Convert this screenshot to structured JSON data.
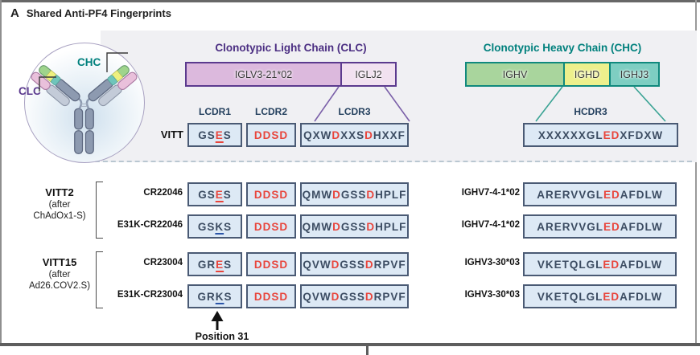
{
  "panel": {
    "label": "A",
    "title": "Shared Anti-PF4 Fingerprints"
  },
  "antibody_diagram": {
    "chc_label": "CHC",
    "clc_label": "CLC"
  },
  "light_chain": {
    "header": "Clonotypic Light Chain (CLC)",
    "gene_segments": [
      {
        "name": "IGLV3-21*02"
      },
      {
        "name": "IGLJ2"
      }
    ],
    "cdr_labels": [
      "LCDR1",
      "LCDR2",
      "LCDR3"
    ]
  },
  "heavy_chain": {
    "header": "Clonotypic Heavy Chain (CHC)",
    "gene_segments": [
      {
        "name": "IGHV"
      },
      {
        "name": "IGHD"
      },
      {
        "name": "IGHJ3"
      }
    ],
    "cdr_label": "HCDR3"
  },
  "consensus": {
    "label": "VITT",
    "lcdr1": [
      {
        "t": "GS"
      },
      {
        "t": "E",
        "c": "red",
        "u": "red"
      },
      {
        "t": "S"
      }
    ],
    "lcdr2": [
      {
        "t": "DDSD",
        "c": "red"
      }
    ],
    "lcdr3": [
      {
        "t": "QXW"
      },
      {
        "t": "D",
        "c": "red"
      },
      {
        "t": "XXS"
      },
      {
        "t": "D",
        "c": "red"
      },
      {
        "t": "HXXF"
      }
    ],
    "hcdr3": [
      {
        "t": "XXXXXXGL"
      },
      {
        "t": "ED",
        "c": "red"
      },
      {
        "t": "XFDXW"
      }
    ]
  },
  "groups": [
    {
      "name": "VITT2",
      "subtitle_line1": "(after",
      "subtitle_line2": "ChAdOx1-S)",
      "rows": [
        {
          "antibody_id": "CR22046",
          "ighv_allele": "IGHV7-4-1*02",
          "lcdr1": [
            {
              "t": "GS"
            },
            {
              "t": "E",
              "c": "red",
              "u": "red"
            },
            {
              "t": "S"
            }
          ],
          "lcdr2": [
            {
              "t": "DDSD",
              "c": "red"
            }
          ],
          "lcdr3": [
            {
              "t": "QMW"
            },
            {
              "t": "D",
              "c": "red"
            },
            {
              "t": "GSS"
            },
            {
              "t": "D",
              "c": "red"
            },
            {
              "t": "HPLF"
            }
          ],
          "hcdr3": [
            {
              "t": "ARERVVGL"
            },
            {
              "t": "ED",
              "c": "red"
            },
            {
              "t": "AFDLW"
            }
          ]
        },
        {
          "antibody_id": "E31K-CR22046",
          "ighv_allele": "IGHV7-4-1*02",
          "lcdr1": [
            {
              "t": "GS"
            },
            {
              "t": "K",
              "u": "blue"
            },
            {
              "t": "S"
            }
          ],
          "lcdr2": [
            {
              "t": "DDSD",
              "c": "red"
            }
          ],
          "lcdr3": [
            {
              "t": "QMW"
            },
            {
              "t": "D",
              "c": "red"
            },
            {
              "t": "GSS"
            },
            {
              "t": "D",
              "c": "red"
            },
            {
              "t": "HPLF"
            }
          ],
          "hcdr3": [
            {
              "t": "ARERVVGL"
            },
            {
              "t": "ED",
              "c": "red"
            },
            {
              "t": "AFDLW"
            }
          ]
        }
      ]
    },
    {
      "name": "VITT15",
      "subtitle_line1": "(after",
      "subtitle_line2": "Ad26.COV2.S)",
      "rows": [
        {
          "antibody_id": "CR23004",
          "ighv_allele": "IGHV3-30*03",
          "lcdr1": [
            {
              "t": "GR"
            },
            {
              "t": "E",
              "c": "red",
              "u": "red"
            },
            {
              "t": "S"
            }
          ],
          "lcdr2": [
            {
              "t": "DDSD",
              "c": "red"
            }
          ],
          "lcdr3": [
            {
              "t": "QVW"
            },
            {
              "t": "D",
              "c": "red"
            },
            {
              "t": "GSS"
            },
            {
              "t": "D",
              "c": "red"
            },
            {
              "t": "RPVF"
            }
          ],
          "hcdr3": [
            {
              "t": "VKETQLGL"
            },
            {
              "t": "ED",
              "c": "red"
            },
            {
              "t": "AFDLW"
            }
          ]
        },
        {
          "antibody_id": "E31K-CR23004",
          "ighv_allele": "IGHV3-30*03",
          "lcdr1": [
            {
              "t": "GR"
            },
            {
              "t": "K",
              "u": "blue"
            },
            {
              "t": "S"
            }
          ],
          "lcdr2": [
            {
              "t": "DDSD",
              "c": "red"
            }
          ],
          "lcdr3": [
            {
              "t": "QVW"
            },
            {
              "t": "D",
              "c": "red"
            },
            {
              "t": "GSS"
            },
            {
              "t": "D",
              "c": "red"
            },
            {
              "t": "RPVF"
            }
          ],
          "hcdr3": [
            {
              "t": "VKETQLGL"
            },
            {
              "t": "ED",
              "c": "red"
            },
            {
              "t": "AFDLW"
            }
          ]
        }
      ]
    }
  ],
  "annotation": {
    "arrow_label": "Position 31"
  },
  "colors": {
    "red_residue": "#e8453c",
    "navy_residue": "#3c4c62",
    "blue_underline": "#2b55a8",
    "purple_accent": "#4b2e82",
    "teal_accent": "#00807d",
    "seq_box_fill": "#dde9f5",
    "seq_box_border": "#4a5a74",
    "iglv_fill": "#dcb9dd",
    "iglj_fill": "#f1e1f0",
    "ighv_fill": "#a9d59d",
    "ighd_fill": "#edf08c",
    "ighj_fill": "#7ecec2"
  }
}
